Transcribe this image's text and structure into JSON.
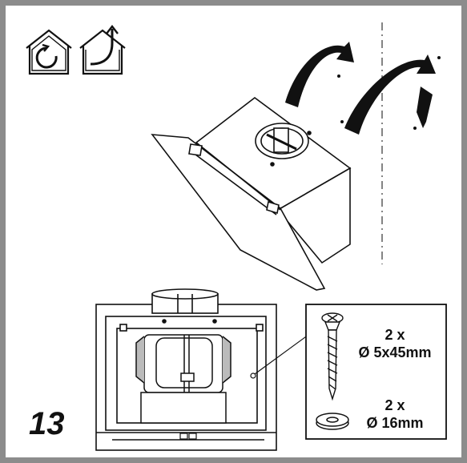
{
  "step_number": "13",
  "hardware": {
    "screw": {
      "quantity": "2 x",
      "size": "Ø 5x45mm"
    },
    "washer": {
      "quantity": "2 x",
      "size": "Ø 16mm"
    }
  },
  "icons": {
    "recirculation": "house-recirculation-icon",
    "extraction": "house-extraction-icon",
    "rotate_1": "rotate-arrow-icon",
    "rotate_2": "rotate-arrow-icon"
  },
  "colors": {
    "frame": "#8c8c8c",
    "line": "#111111",
    "fill": "#ffffff"
  }
}
